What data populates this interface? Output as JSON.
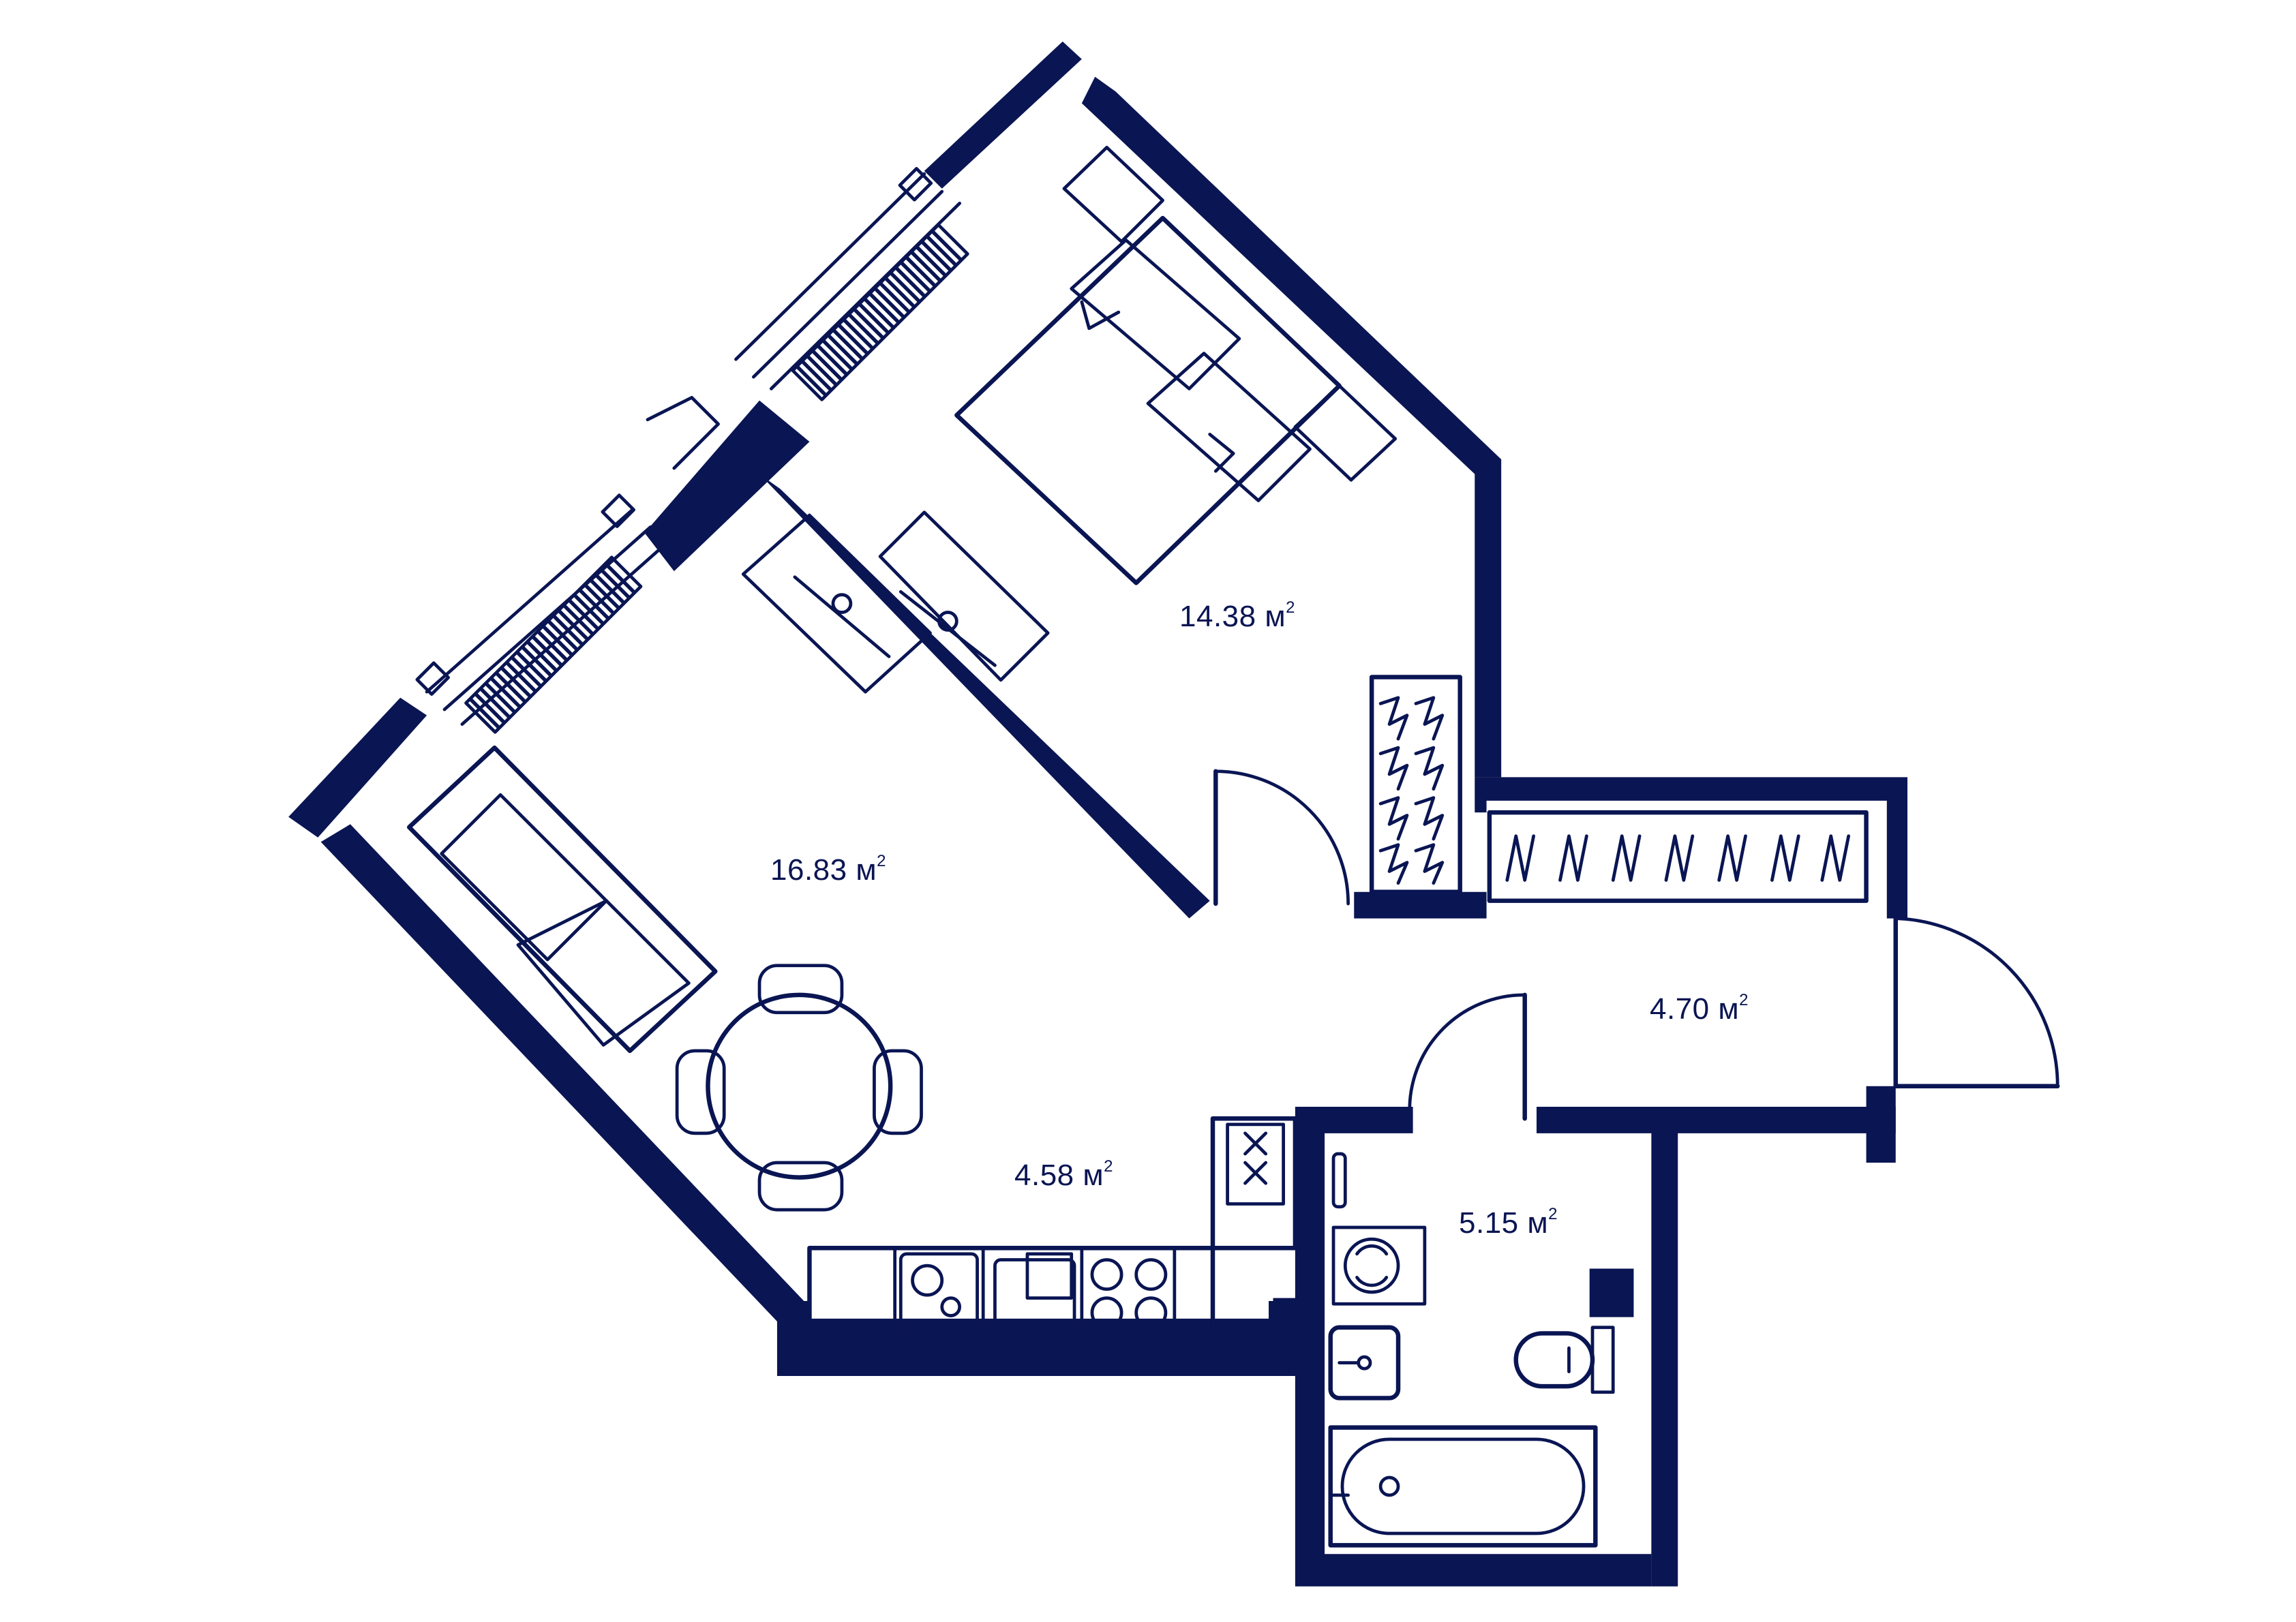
{
  "rooms": [
    {
      "id": "bedroom",
      "area": "14.38",
      "unit": "м",
      "sup": "2"
    },
    {
      "id": "living",
      "area": "16.83",
      "unit": "м",
      "sup": "2"
    },
    {
      "id": "kitchen",
      "area": "4.58",
      "unit": "м",
      "sup": "2"
    },
    {
      "id": "hall",
      "area": "4.70",
      "unit": "м",
      "sup": "2"
    },
    {
      "id": "bathroom",
      "area": "5.15",
      "unit": "м",
      "sup": "2"
    }
  ],
  "colors": {
    "wall": "#0a1553",
    "background": "#ffffff"
  }
}
